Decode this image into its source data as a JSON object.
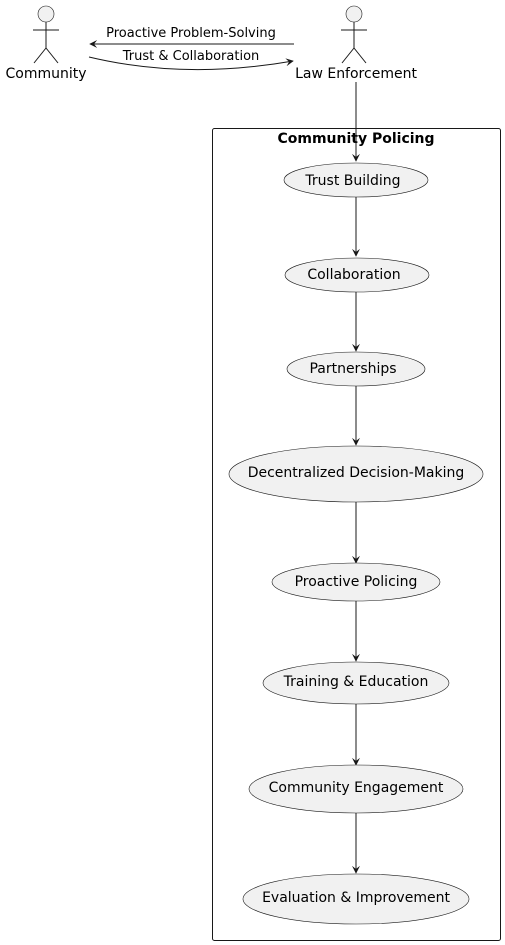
{
  "actors": {
    "community": "Community",
    "law_enforcement": "Law Enforcement"
  },
  "messages": {
    "to_community": "Proactive Problem-Solving",
    "to_law_enforcement": "Trust & Collaboration"
  },
  "package": {
    "title": "Community Policing"
  },
  "usecases": [
    "Trust Building",
    "Collaboration",
    "Partnerships",
    "Decentralized Decision-Making",
    "Proactive Policing",
    "Training & Education",
    "Community Engagement",
    "Evaluation & Improvement"
  ]
}
